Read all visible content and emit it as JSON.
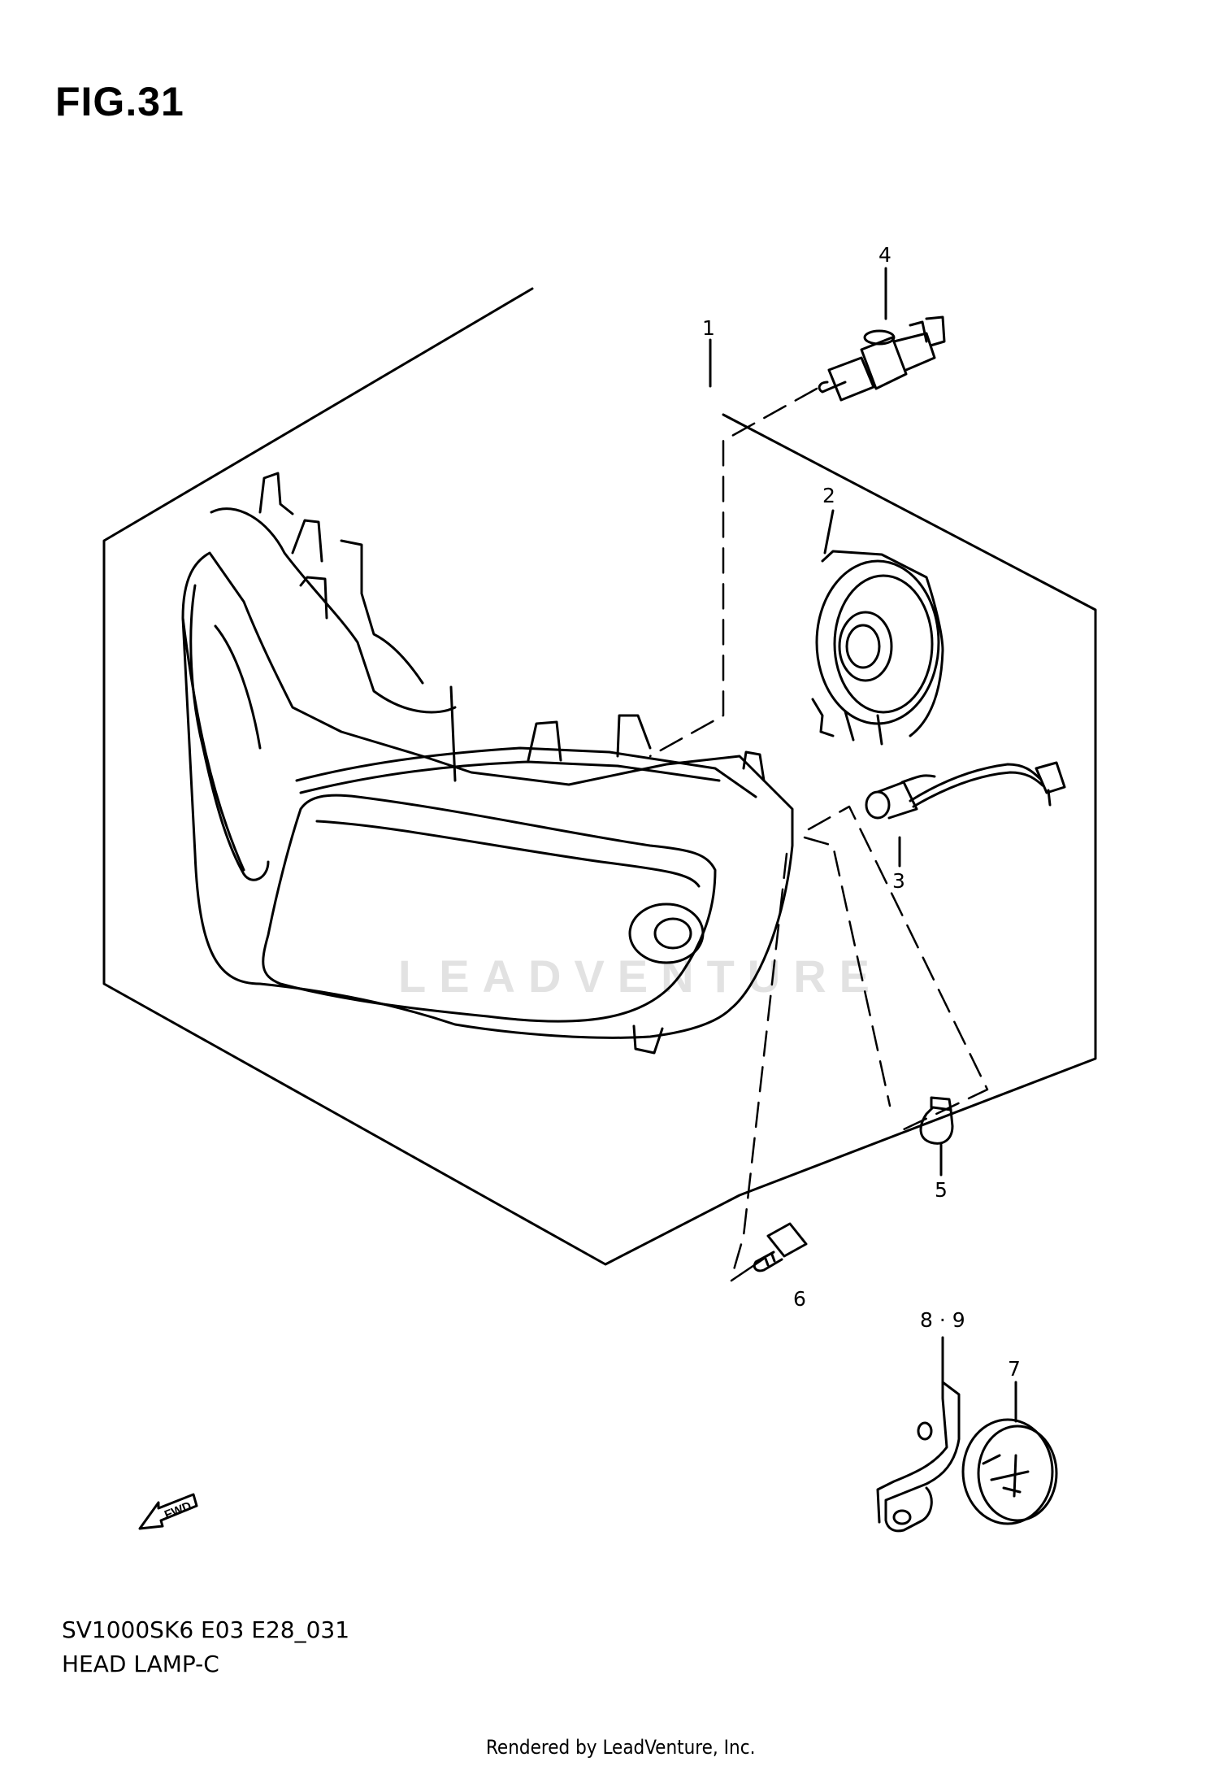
{
  "figure": {
    "title": "FIG.31",
    "code": "SV1000SK6 E03 E28_031",
    "name": "HEAD LAMP-C",
    "footer": "Rendered by LeadVenture, Inc.",
    "watermark": "LEADVENTURE",
    "fwd_label": "FWD"
  },
  "callouts": [
    {
      "id": "1",
      "label": "1"
    },
    {
      "id": "2",
      "label": "2"
    },
    {
      "id": "3",
      "label": "3"
    },
    {
      "id": "4",
      "label": "4"
    },
    {
      "id": "5",
      "label": "5"
    },
    {
      "id": "6",
      "label": "6"
    },
    {
      "id": "7",
      "label": "7"
    },
    {
      "id": "8-9",
      "label": "8 · 9"
    }
  ]
}
